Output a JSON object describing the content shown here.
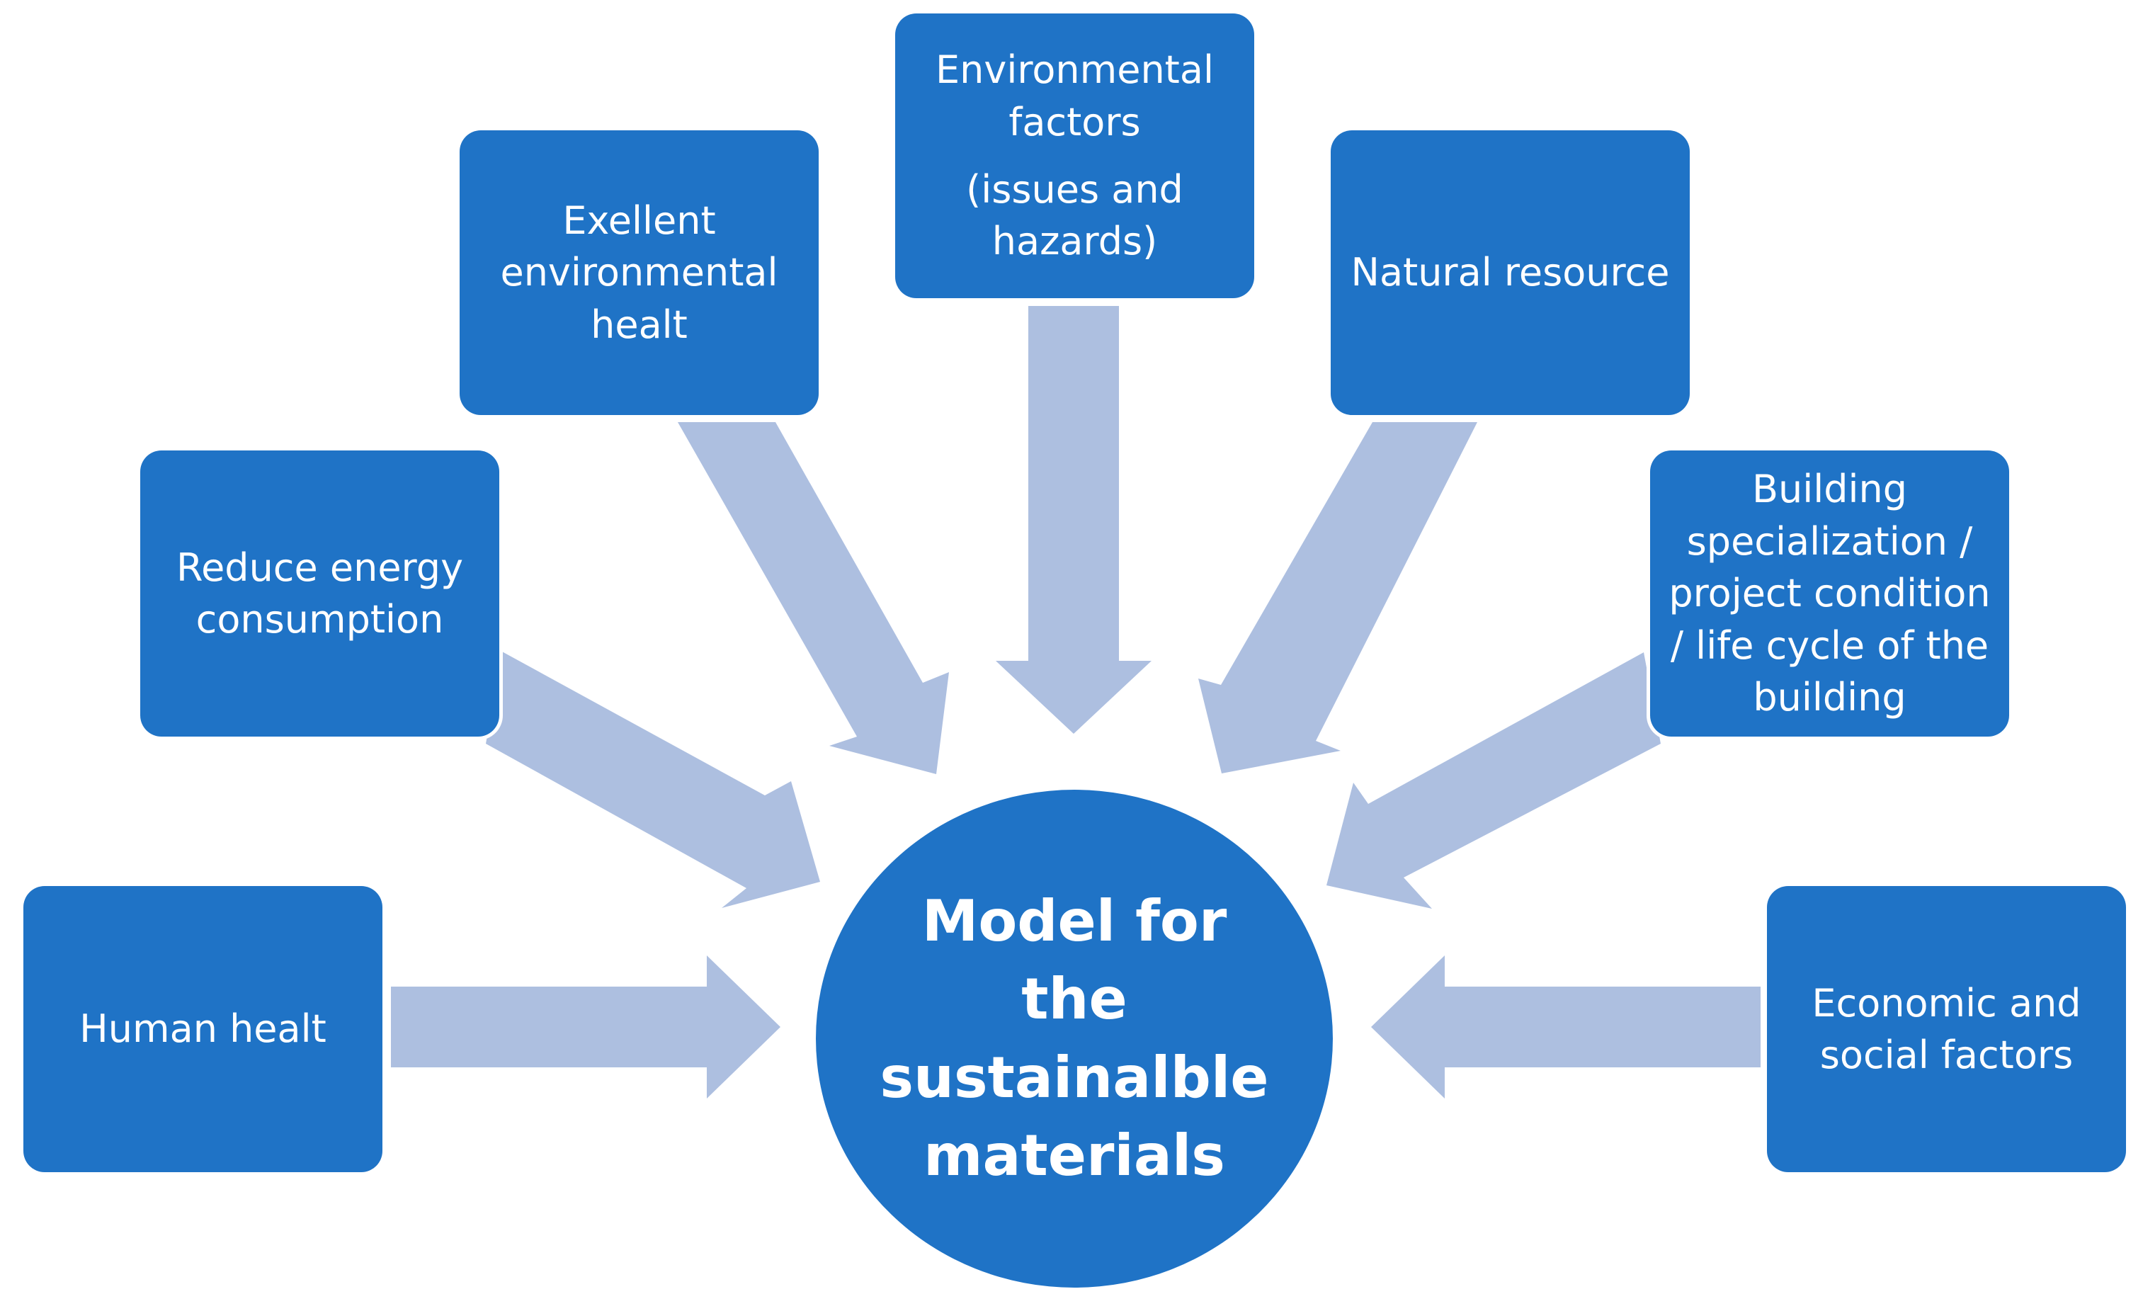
{
  "center": {
    "lines": [
      "Model for",
      "the",
      "sustainalble",
      "materials"
    ]
  },
  "factors": {
    "human_health": {
      "lines": [
        "Human healt"
      ]
    },
    "reduce_energy": {
      "lines": [
        "Reduce energy",
        "consumption"
      ]
    },
    "excellent_env_health": {
      "lines": [
        "Exellent",
        "environmental",
        "healt"
      ]
    },
    "environmental_factors": {
      "lines": [
        "Environmental",
        "factors",
        "(issues and",
        "hazards)"
      ]
    },
    "natural_resource": {
      "lines": [
        "Natural resource"
      ]
    },
    "building_specialization": {
      "lines": [
        "Building",
        "specialization /",
        "project condition",
        "/ life cycle of the",
        "building"
      ]
    },
    "economic_social": {
      "lines": [
        "Economic and",
        "social factors"
      ]
    }
  },
  "colors": {
    "box_fill": "#1f73c6",
    "arrow_fill": "#adbfe0",
    "text": "#ffffff"
  }
}
